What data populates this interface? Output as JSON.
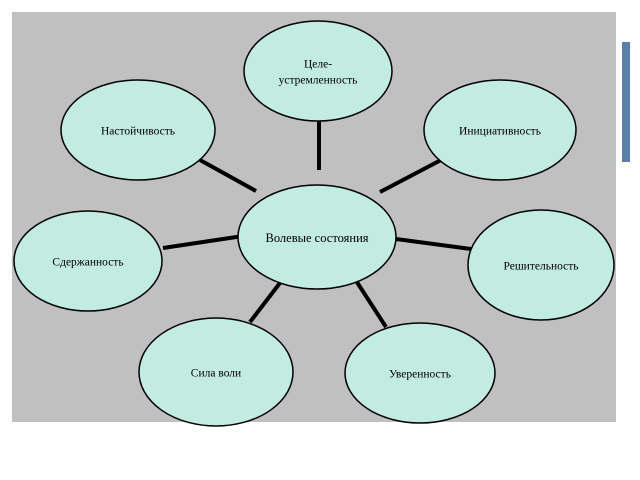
{
  "diagram": {
    "center": {
      "label": "Волевые состояния"
    },
    "nodes": [
      {
        "id": "tseleustremlennost",
        "lines": [
          "Целе-",
          "устремленность"
        ]
      },
      {
        "id": "initsiativnost",
        "lines": [
          "Инициативность"
        ]
      },
      {
        "id": "reshitelnost",
        "lines": [
          "Решительность"
        ]
      },
      {
        "id": "uverennost",
        "lines": [
          "Уверенность"
        ]
      },
      {
        "id": "sila-voli",
        "lines": [
          "Сила воли"
        ]
      },
      {
        "id": "sderzhannost",
        "lines": [
          "Сдержанность"
        ]
      },
      {
        "id": "nastoychivost",
        "lines": [
          "Настойчивость"
        ]
      }
    ]
  }
}
